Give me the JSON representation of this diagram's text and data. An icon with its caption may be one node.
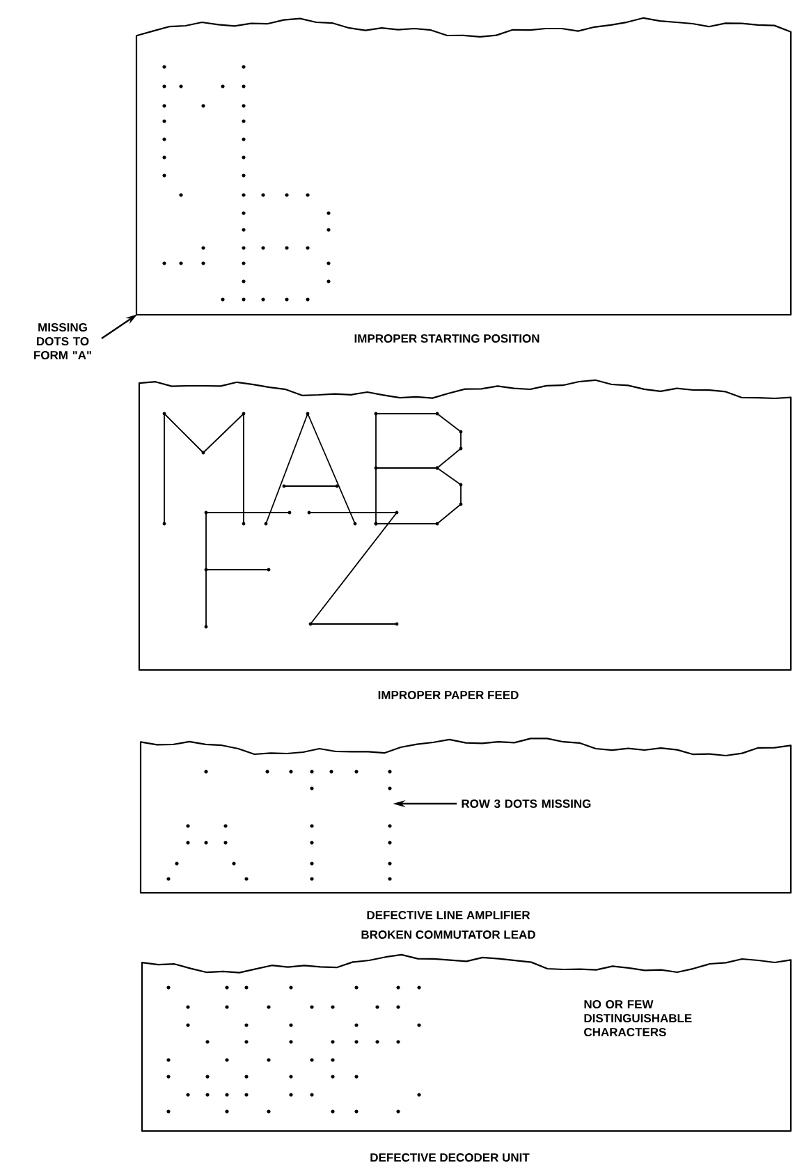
{
  "diagram": {
    "nodes": [
      {
        "text": [],
        "shape": "box",
        "beside": [
          "IMPROPER STARTING POSITION"
        ]
      },
      {
        "text": [
          "MISSING DOTS TO FORM \"A\""
        ]
      },
      {
        "text": [],
        "shape": "box",
        "beside": [
          "IMPROPER PAPER FEED"
        ]
      },
      {
        "text": [],
        "shape": "box",
        "beside": [
          "DEFECTIVE LINE AMPLIFIER",
          "BROKEN COMMUTATOR LEAD"
        ]
      },
      {
        "text": [
          "ROW 3 DOTS MISSING"
        ],
        "in": 3
      },
      {
        "text": [],
        "shape": "dots",
        "in": 3
      },
      {
        "text": [],
        "shape": "box",
        "beside": [
          "DEFECTIVE DECODER UNIT"
        ]
      },
      {
        "text": [
          "NO OR FEW DISTINGUISHABLE CHARACTERS"
        ],
        "in": 6
      }
    ],
    "edges": [
      {
        "from": 1,
        "to": 0,
        "arrow": "to"
      },
      {
        "from": 4,
        "to": 5,
        "arrow": "to"
      }
    ]
  }
}
